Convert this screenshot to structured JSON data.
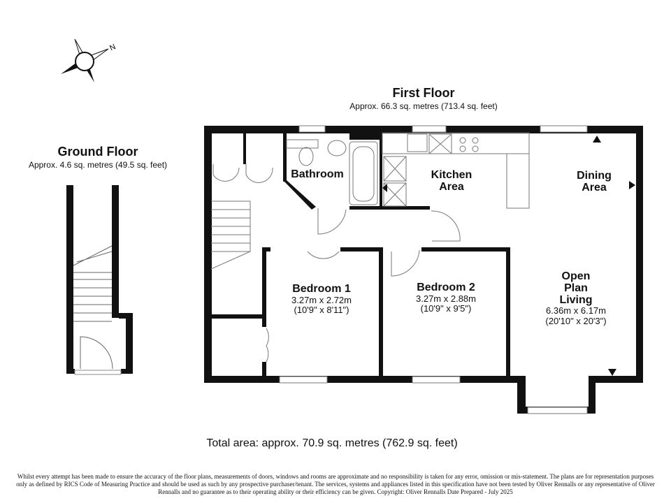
{
  "compass": {
    "north_label": "N"
  },
  "ground_floor": {
    "title": "Ground Floor",
    "area": "Approx. 4.6 sq. metres (49.5 sq. feet)"
  },
  "first_floor": {
    "title": "First Floor",
    "area": "Approx. 66.3 sq. metres (713.4 sq. feet)"
  },
  "rooms": {
    "bathroom": {
      "name": "Bathroom"
    },
    "kitchen": {
      "name_line1": "Kitchen",
      "name_line2": "Area"
    },
    "dining": {
      "name_line1": "Dining",
      "name_line2": "Area"
    },
    "bedroom1": {
      "name": "Bedroom 1",
      "metric": "3.27m x 2.72m",
      "imperial": "(10'9\" x 8'11\")"
    },
    "bedroom2": {
      "name": "Bedroom 2",
      "metric": "3.27m x 2.88m",
      "imperial": "(10'9\" x 9'5\")"
    },
    "living": {
      "name_line1": "Open",
      "name_line2": "Plan",
      "name_line3": "Living",
      "metric": "6.36m x 6.17m",
      "imperial": "(20'10\" x 20'3\")"
    }
  },
  "total_area": "Total area: approx. 70.9 sq. metres (762.9 sq. feet)",
  "disclaimer": "Whilst every attempt has been made to ensure the accuracy of the floor plans, measurements of doors, windows and rooms are approximate and no responsibility is taken for any error, omission or mis-statement. The plans are for representation purposes only as defined by RICS Code of Measuring Practice and should be used as such by any prospective purchaser/tenant. The services, systems and appliances listed in this specification have not been tested by Oliver Rennalls or any representative of Oliver Rennalls and no guarantee as to their operating ability or their efficiency can be given. Copyright: Oliver Rennalls Date Prepared - July 2025"
}
